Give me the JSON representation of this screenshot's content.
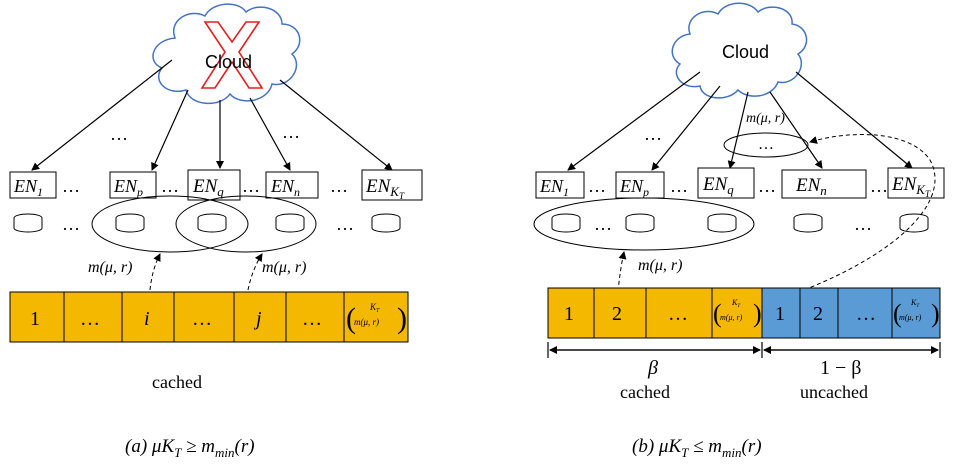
{
  "panel_a": {
    "cloud_label": "Cloud",
    "en_nodes": [
      {
        "base": "EN",
        "sub": "1"
      },
      {
        "base": "EN",
        "sub": "p"
      },
      {
        "base": "EN",
        "sub": "q"
      },
      {
        "base": "EN",
        "sub": "n"
      },
      {
        "base": "EN",
        "sub": "K",
        "subsub": "T"
      }
    ],
    "dots": "…",
    "edge_label": "m(μ, r)",
    "blocks": [
      "1",
      "…",
      "i",
      "…",
      "j",
      "…"
    ],
    "last_block": {
      "top": "K",
      "top_sub": "T",
      "bottom": "m(μ, r)"
    },
    "bottom_label": "cached",
    "caption": "(a)   μK",
    "caption_sub": "T",
    "caption_rest": " ≥ m",
    "caption_min": "min",
    "caption_end": "(r)",
    "colors": {
      "block_fill": "#F5B800",
      "cross": "#E02020"
    }
  },
  "panel_b": {
    "cloud_label": "Cloud",
    "en_nodes": [
      {
        "base": "EN",
        "sub": "1"
      },
      {
        "base": "EN",
        "sub": "p"
      },
      {
        "base": "EN",
        "sub": "q"
      },
      {
        "base": "EN",
        "sub": "n"
      },
      {
        "base": "EN",
        "sub": "K",
        "subsub": "T"
      }
    ],
    "dots": "…",
    "edge_label": "m(μ, r)",
    "cached_blocks": [
      "1",
      "2",
      "…"
    ],
    "uncached_blocks": [
      "1",
      "2",
      "…"
    ],
    "last_block": {
      "top": "K",
      "top_sub": "T",
      "bottom": "m(μ, r)"
    },
    "beta": "β",
    "one_minus_beta": "1 − β",
    "cached_label": "cached",
    "uncached_label": "uncached",
    "caption": "(b)   μK",
    "caption_sub": "T",
    "caption_rest": " ≤ m",
    "caption_min": "min",
    "caption_end": "(r)",
    "colors": {
      "cached_fill": "#F5B800",
      "uncached_fill": "#5B9BD5"
    }
  }
}
